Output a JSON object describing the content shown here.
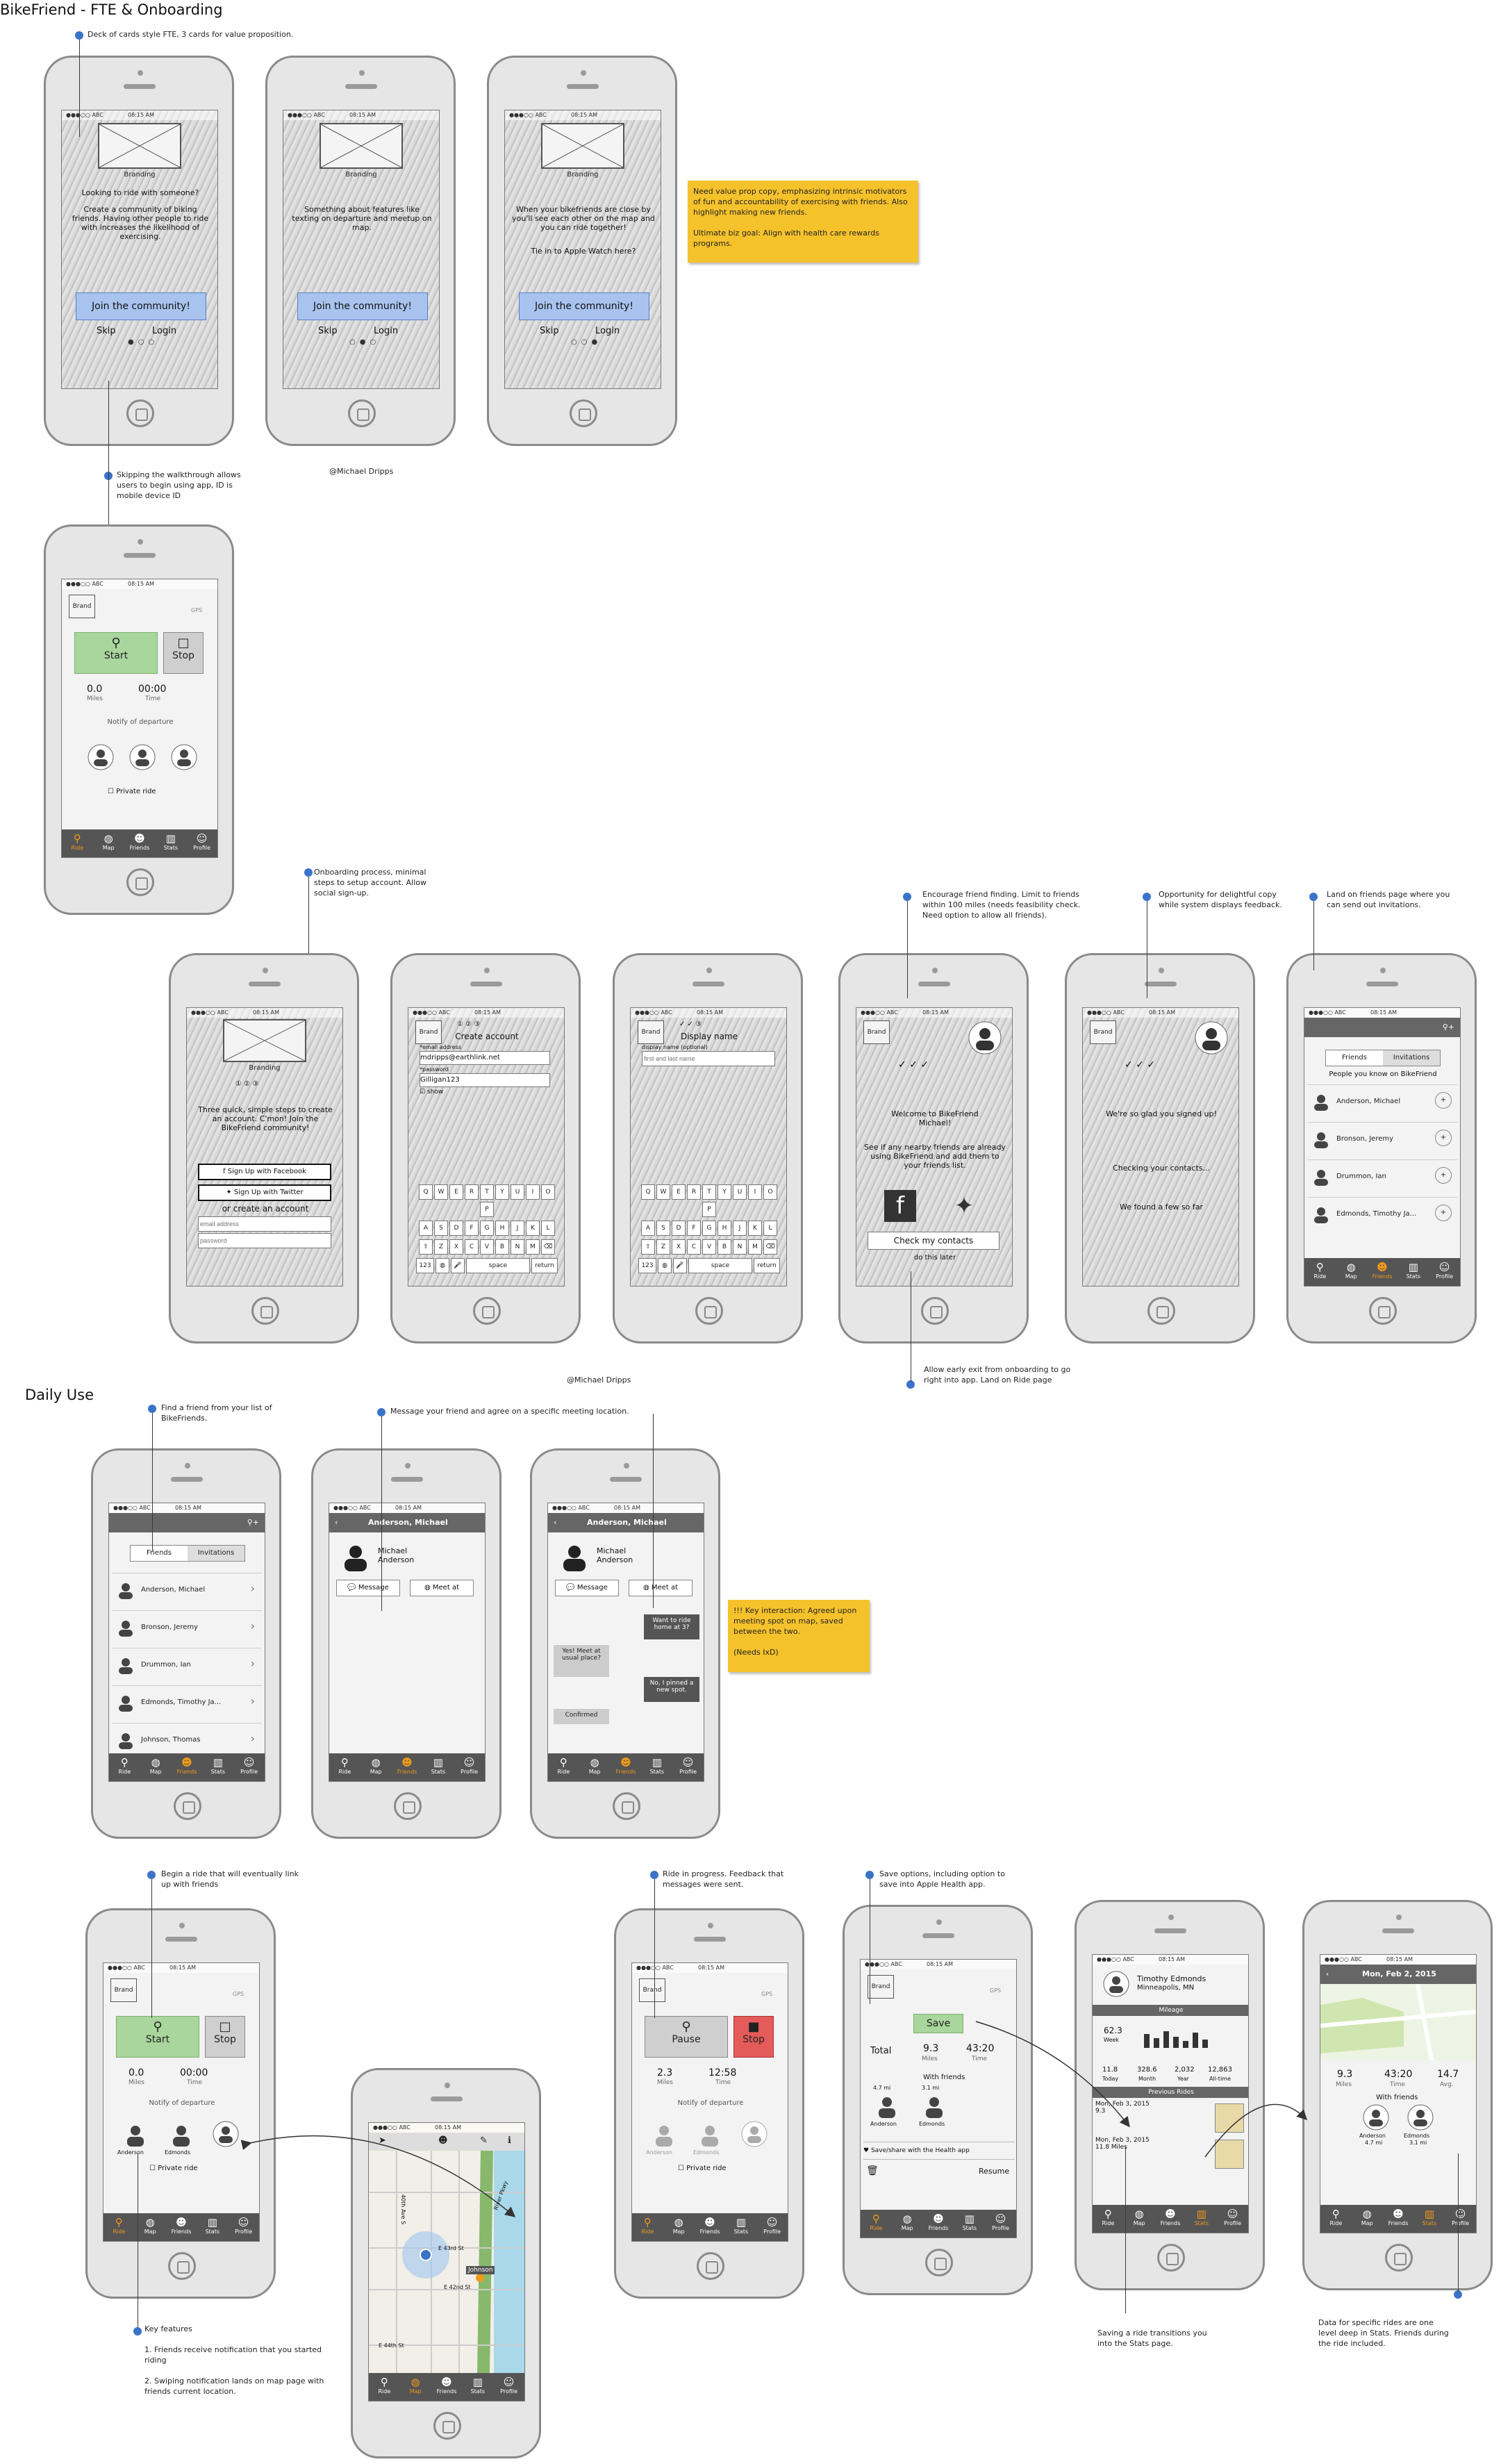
{
  "titles": {
    "fte": "BikeFriend - FTE & Onboarding",
    "daily": "Daily Use"
  },
  "credits": [
    "@Michael Dripps",
    "@Michael Dripps"
  ],
  "status": {
    "carrier": "●●●○○ ABC",
    "time": "08:15 AM"
  },
  "tabs": [
    "Ride",
    "Map",
    "Friends",
    "Stats",
    "Profile"
  ],
  "tab_icons": [
    "bike-icon",
    "globe-icon",
    "friends-icon",
    "stats-icon",
    "profile-icon"
  ],
  "annotations": {
    "a1": "Deck of cards style FTE, 3 cards for value proposition.",
    "a2": "Skipping the walkthrough allows users to begin using app, ID is mobile device ID",
    "a3": "Onboarding process, minimal steps to setup account. Allow social sign-up.",
    "a4": "Encourage friend finding. Limit to friends within 100 miles (needs feasibility check. Need option to allow all friends).",
    "a5": "Opportunity for delightful copy while system displays feedback.",
    "a6": "Land on friends page where you can send out invitations.",
    "a7": "Allow early exit from onboarding to go right into app. Land on Ride page",
    "a8": "Find a friend from your list of BikeFriends.",
    "a9": "Message your friend and agree on a specific meeting location.",
    "a10": "Begin a ride that will eventually link up with friends",
    "a11": "Ride in progress. Feedback that messages were sent.",
    "a12": "Save options, including option to save into Apple Health app.",
    "a13": "Key features",
    "a13b": "1. Friends receive notification that you started riding",
    "a13c": "2. Swiping notification lands on map page with friends current location.",
    "a14": "Saving a ride transitions you into the Stats page.",
    "a15": "Data for specific rides are one level deep in Stats. Friends during the ride included."
  },
  "stickies": {
    "s1": "Need value prop copy, emphasizing intrinsic motivators of fun and accountability of exercising with friends. Also highlight making new friends.",
    "s1b": "Ultimate biz goal: Align with health care rewards programs.",
    "s2": "!!! Key interaction: Agreed upon meeting spot on map, saved between the two.",
    "s2b": "(Needs IxD)"
  },
  "fte": {
    "branding": "Branding",
    "card1": "Looking to ride with someone?",
    "card1b": "Create a community of biking friends. Having other people to ride with increases the likelihood of exercising.",
    "card2": "Something about features like texting on departure and meetup on map.",
    "card3": "When your bikefriends are close by you'll see each other on the map and you can ride together!",
    "card3b": "Tie in to Apple Watch here?",
    "join": "Join the community!",
    "skip": "Skip",
    "login": "Login"
  },
  "ride": {
    "brand": "Brand",
    "gps": "GPS",
    "start": "Start",
    "stop": "Stop",
    "pause": "Pause",
    "save": "Save",
    "miles_val": "0.0",
    "miles": "Miles",
    "time_val": "00:00",
    "time": "Time",
    "notify": "Notify of departure",
    "private": "Private ride",
    "friend1": "Anderson",
    "friend2": "Edmonds",
    "prog_miles": "2.3",
    "prog_time": "12:58",
    "total": "Total",
    "total_miles": "9.3",
    "total_time": "43:20",
    "with_friends": "With friends",
    "wf_miles": "4.7 mi",
    "wf_miles2": "3.1 mi",
    "health": "Save/share with the Health app",
    "resume": "Resume"
  },
  "onboard": {
    "three_steps": "Three quick, simple steps to create an account. C'mon! Join the BikeFriend community!",
    "facebook": "Sign Up with Facebook",
    "twitter": "Sign Up with Twitter",
    "or": "or create an account",
    "email_ph": "email address",
    "pwd_ph": "password",
    "create": "Create account",
    "email_label": "*email address",
    "email_val": "mdripps@earthlink.net",
    "pwd_label": "*password",
    "pwd_val": "Gilligan123",
    "show": "show",
    "display": "Display name",
    "display_label": "display name (optional)",
    "display_ph": "first and last name",
    "welcome": "Welcome to BikeFriend Michael!",
    "see": "See if any nearby friends are already using BikeFriend and add them to your friends list.",
    "check": "Check my contacts",
    "later": "do this later",
    "glad": "We're so glad you signed up!",
    "checking": "Checking your contacts...",
    "found": "We found a few so far",
    "space": "space",
    "return": "return",
    "num": "123"
  },
  "keys": {
    "row1": [
      "Q",
      "W",
      "E",
      "R",
      "T",
      "Y",
      "U",
      "I",
      "O",
      "P"
    ],
    "row2": [
      "A",
      "S",
      "D",
      "F",
      "G",
      "H",
      "J",
      "K",
      "L"
    ],
    "row3": [
      "Z",
      "X",
      "C",
      "V",
      "B",
      "N",
      "M"
    ]
  },
  "friends": {
    "tab_friends": "Friends",
    "tab_invites": "Invitations",
    "people": "People you know on BikeFriend",
    "list": [
      "Anderson, Michael",
      "Bronson, Jeremy",
      "Drummon, Ian",
      "Edmonds, Timothy Ja...",
      "Johnson, Thomas"
    ]
  },
  "chat": {
    "header": "Anderson, Michael",
    "name": "Michael Anderson",
    "message": "Message",
    "meet": "Meet at",
    "b1": "Want to ride home at 3?",
    "b2": "Yes! Meet at usual place?",
    "b3": "No, I pinned a new spot.",
    "b4": "Confirmed"
  },
  "map": {
    "s1": "40th Ave S",
    "s2": "E 43rd St",
    "s3": "E 42nd St",
    "s4": "E 44th St",
    "s5": "River Pkwy",
    "pin": "Johnson"
  },
  "stats": {
    "profile": "Timothy Edmonds",
    "city": "Minneapolis, MN",
    "mileage": "Mileage",
    "week_val": "62.3",
    "week": "Week",
    "today_val": "11.8",
    "today": "Today",
    "month_val": "328.6",
    "month": "Month",
    "year_val": "2,032",
    "year": "Year",
    "all_val": "12,863",
    "all": "All-time",
    "prev": "Previous Rides",
    "r1": "Mon, Feb 3, 2015",
    "r1m": "9.3",
    "r2": "Mon, Feb 3, 2015",
    "r2m": "11.8 Miles",
    "detail_date": "Mon, Feb 2, 2015",
    "d_miles": "9.3",
    "d_time": "43:20",
    "d_avg": "14.7",
    "avg": "Avg.",
    "d_with": "With friends",
    "d_f1": "Anderson",
    "d_f1m": "4.7 mi",
    "d_f2": "Edmonds",
    "d_f2m": "3.1 mi"
  }
}
